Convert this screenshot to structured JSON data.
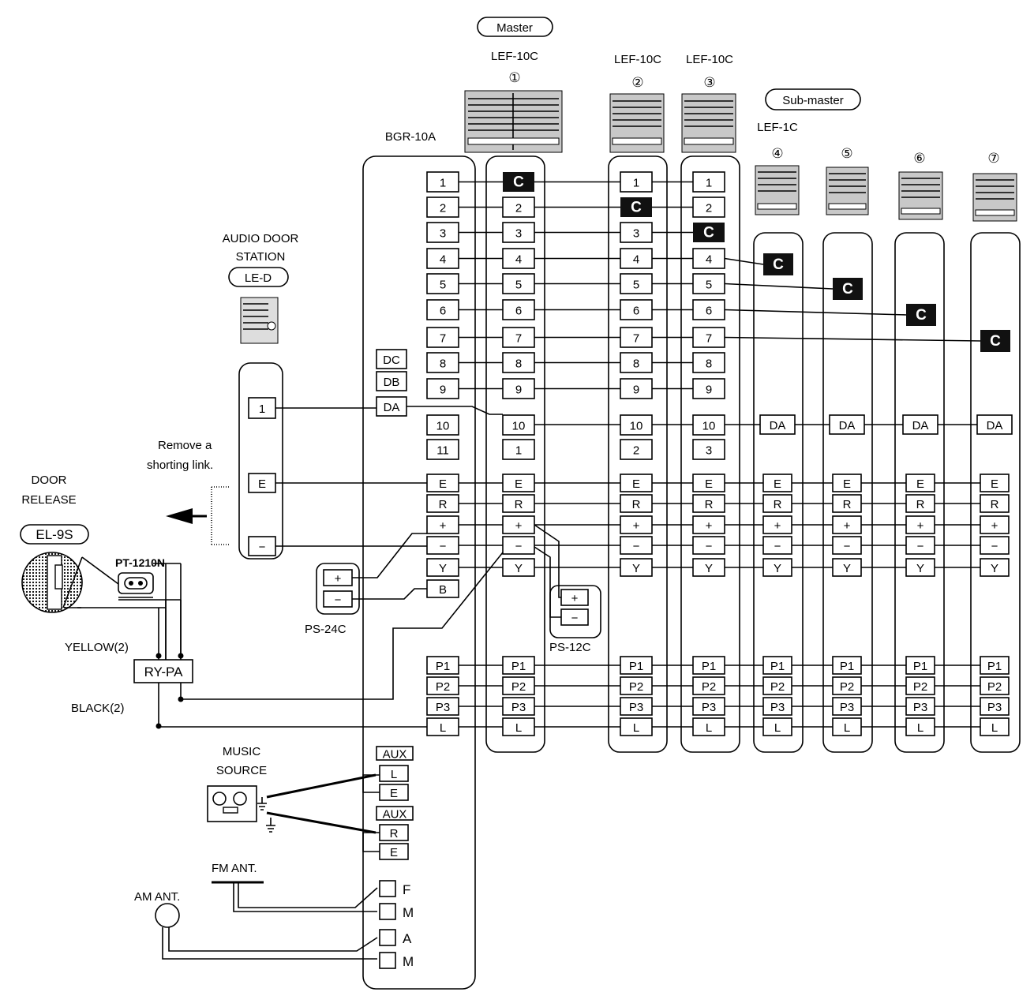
{
  "labels": {
    "master": "Master",
    "sub_master": "Sub-master",
    "lef_10c": "LEF-10C",
    "lef_1c": "LEF-1C",
    "bgr": "BGR-10A",
    "audio_door_station_1": "AUDIO DOOR",
    "audio_door_station_2": "STATION",
    "le_d": "LE-D",
    "remove_link_1": "Remove a",
    "remove_link_2": "shorting link.",
    "door_release_1": "DOOR",
    "door_release_2": "RELEASE",
    "el_9s": "EL-9S",
    "pt_1210n": "PT-1210N",
    "yellow": "YELLOW(2)",
    "black": "BLACK(2)",
    "ry_pa": "RY-PA",
    "ps_24c": "PS-24C",
    "ps_12c": "PS-12C",
    "music_source_1": "MUSIC",
    "music_source_2": "SOURCE",
    "fm_ant": "FM ANT.",
    "am_ant": "AM ANT."
  },
  "station_numbers": [
    "①",
    "②",
    "③",
    "④",
    "⑤",
    "⑥",
    "⑦"
  ],
  "bgr_terminals": {
    "numbers": [
      "1",
      "2",
      "3",
      "4",
      "5",
      "6",
      "7",
      "8",
      "9",
      "10",
      "11"
    ],
    "door": [
      "DC",
      "DB",
      "DA"
    ],
    "bus": [
      "E",
      "R",
      "+",
      "−",
      "Y",
      "B"
    ],
    "page": [
      "P1",
      "P2",
      "P3",
      "L"
    ],
    "aux_label": "AUX",
    "aux1": [
      "L",
      "E"
    ],
    "aux2": [
      "R",
      "E"
    ],
    "antenna": [
      "F",
      "M",
      "A",
      "M"
    ]
  },
  "station_terminals": {
    "numbers": [
      "1",
      "2",
      "3",
      "4",
      "5",
      "6",
      "7",
      "8",
      "9"
    ],
    "bus": [
      "E",
      "R",
      "+",
      "−",
      "Y"
    ],
    "page": [
      "P1",
      "P2",
      "P3",
      "L"
    ],
    "c": "C",
    "da": "DA",
    "s1_bottom": [
      "10",
      "1"
    ],
    "s2_bottom": [
      "10",
      "2"
    ],
    "s3_bottom": [
      "10",
      "3"
    ]
  },
  "door_station_terminals": [
    "1",
    "E",
    "−"
  ],
  "ps_terminals": [
    "+",
    "−"
  ]
}
